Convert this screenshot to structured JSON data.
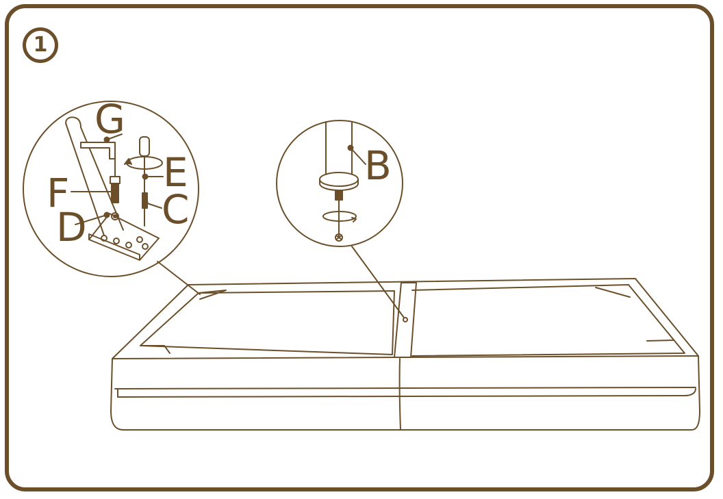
{
  "step": {
    "number": "1"
  },
  "labels": {
    "b": "B",
    "c": "C",
    "d": "D",
    "e": "E",
    "f": "F",
    "g": "G"
  },
  "colors": {
    "stroke": "#6b4f2a",
    "background": "#ffffff"
  },
  "icons": [
    "rotate-arrow-icon",
    "screwdriver-icon",
    "allen-key-icon"
  ]
}
